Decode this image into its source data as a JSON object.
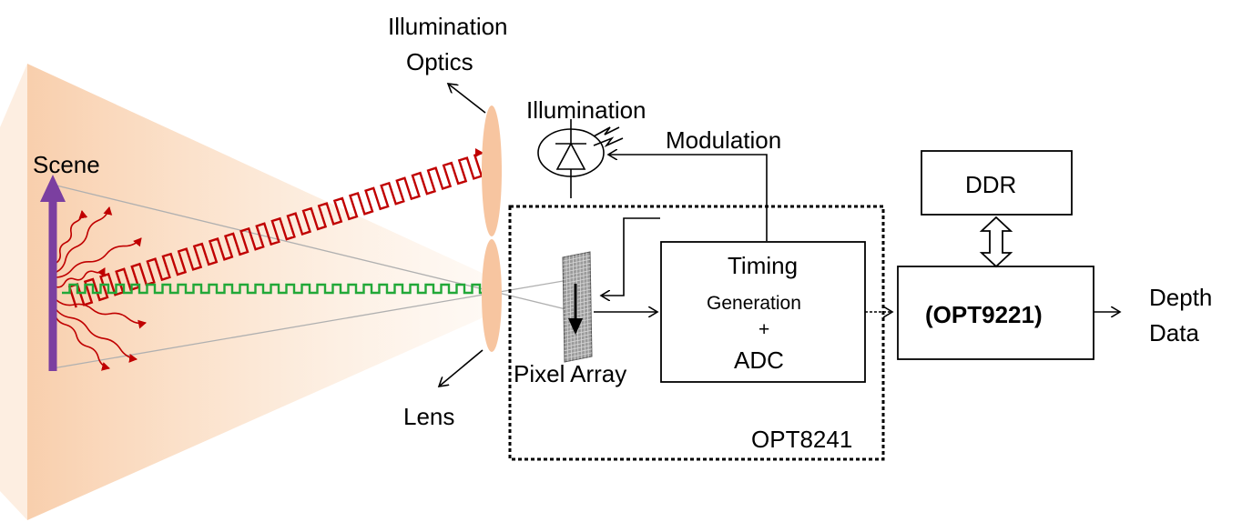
{
  "labels": {
    "illumination_optics_line1": "Illumination",
    "illumination_optics_line2": "Optics",
    "illumination": "Illumination",
    "modulation": "Modulation",
    "scene": "Scene",
    "lens": "Lens",
    "pixel_array": "Pixel Array",
    "timing": "Timing",
    "generation": "Generation",
    "plus": "+",
    "adc": "ADC",
    "opt8241": "OPT8241",
    "ddr": "DDR",
    "opt9221": "(OPT9221)",
    "depth_line1": "Depth",
    "depth_line2": "Data"
  },
  "colors": {
    "scene_arrow": "#7b3fa0",
    "emitted_wave": "#c00000",
    "reflected_wave": "#22a838",
    "scatter": "#c00000",
    "lens": "#f8c9a4",
    "beam": "#fbe3cd",
    "pixel_array": "#8c8c8c",
    "lines": "#000000"
  }
}
